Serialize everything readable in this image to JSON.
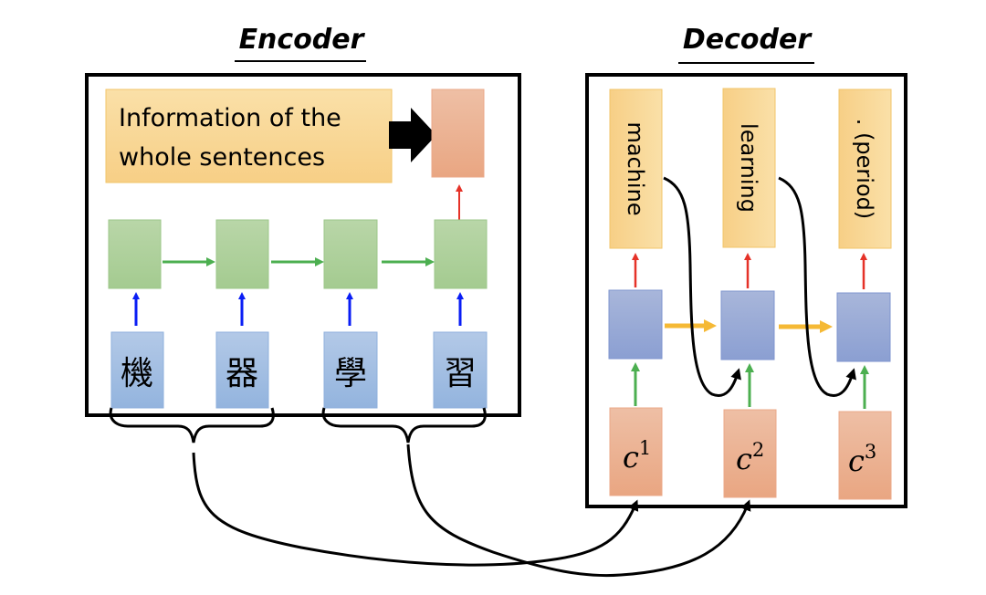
{
  "encoder": {
    "title": "Encoder",
    "info_line1": "Information of the",
    "info_line2": "whole sentences",
    "inputs": [
      "機",
      "器",
      "學",
      "習"
    ]
  },
  "decoder": {
    "title": "Decoder",
    "outputs": [
      "machine",
      "learning",
      ". (period)"
    ],
    "contexts": [
      {
        "base": "c",
        "sup": "1"
      },
      {
        "base": "c",
        "sup": "2"
      },
      {
        "base": "c",
        "sup": "3"
      }
    ]
  },
  "colors": {
    "input_box": "#9ab8e0",
    "hidden_box": "#a9cf98",
    "summary_box": "#eba888",
    "info_box": "#f8d088",
    "decoder_hidden": "#8fa3d6",
    "output_box": "#f8d088",
    "context_box": "#eba888",
    "blue_arrow": "#0a1ef5",
    "green_arrow": "#4caf50",
    "red_arrow": "#e53228",
    "yellow_arrow": "#f5b935"
  }
}
